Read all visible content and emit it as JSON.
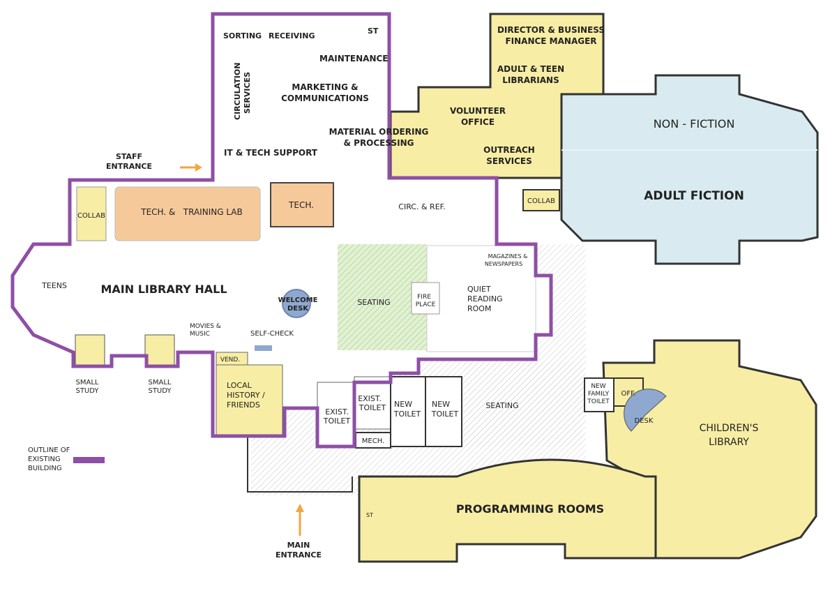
{
  "colors": {
    "yellow": "#f7eda4",
    "orange": "#f6c99a",
    "blue": "#d9ebf0",
    "purple": "#8e4fa6",
    "green": "#cde8b8",
    "welcome": "#8fa8cf",
    "arrow": "#f3a640"
  },
  "labels": {
    "sorting": "SORTING",
    "receiving": "RECEIVING",
    "st_top": "ST",
    "maintenance": "MAINTENANCE",
    "circulation_1": "CIRCULATION",
    "circulation_2": "SERVICES",
    "marketing_1": "MARKETING &",
    "marketing_2": "COMMUNICATIONS",
    "material_1": "MATERIAL ORDERING",
    "material_2": "& PROCESSING",
    "it_tech": "IT & TECH SUPPORT",
    "director_1": "DIRECTOR & BUSINESS",
    "director_2": "FINANCE MANAGER",
    "adult_teen_1": "ADULT & TEEN",
    "adult_teen_2": "LIBRARIANS",
    "volunteer_1": "VOLUNTEER",
    "volunteer_2": "OFFICE",
    "outreach_1": "OUTREACH",
    "outreach_2": "SERVICES",
    "non_fiction": "NON - FICTION",
    "adult_fiction": "ADULT FICTION",
    "staff_entrance_1": "STAFF",
    "staff_entrance_2": "ENTRANCE",
    "collab_left": "COLLAB",
    "tech_lab": "TECH. &   TRAINING LAB",
    "tech": "TECH.",
    "circ_ref": "CIRC. & REF.",
    "collab_right": "COLLAB",
    "magazines_1": "MAGAZINES &",
    "magazines_2": "NEWSPAPERS",
    "teens": "TEENS",
    "main_hall": "MAIN LIBRARY HALL",
    "welcome_1": "WELCOME",
    "welcome_2": "DESK",
    "seating_main": "SEATING",
    "fire_1": "FIRE",
    "fire_2": "PLACE",
    "quiet_1": "QUIET",
    "quiet_2": "READING",
    "quiet_3": "ROOM",
    "movies_1": "MOVIES &",
    "movies_2": "MUSIC",
    "self_check": "SELF-CHECK",
    "vend": "VEND.",
    "small_study": "SMALL",
    "study": "STUDY",
    "local_1": "LOCAL",
    "local_2": "HISTORY /",
    "local_3": "FRIENDS",
    "exist": "EXIST.",
    "toilet": "TOILET",
    "new": "NEW",
    "seating_lower": "SEATING",
    "mech": "MECH.",
    "new_family_1": "NEW",
    "new_family_2": "FAMILY",
    "new_family_3": "TOILET",
    "off": "OFF.",
    "desk": "DESK",
    "childrens_1": "CHILDREN'S",
    "childrens_2": "LIBRARY",
    "programming": "PROGRAMMING ROOMS",
    "st_bottom": "ST",
    "main_entrance_1": "MAIN",
    "main_entrance_2": "ENTRANCE",
    "legend_1": "OUTLINE OF",
    "legend_2": "EXISTING",
    "legend_3": "BUILDING"
  }
}
